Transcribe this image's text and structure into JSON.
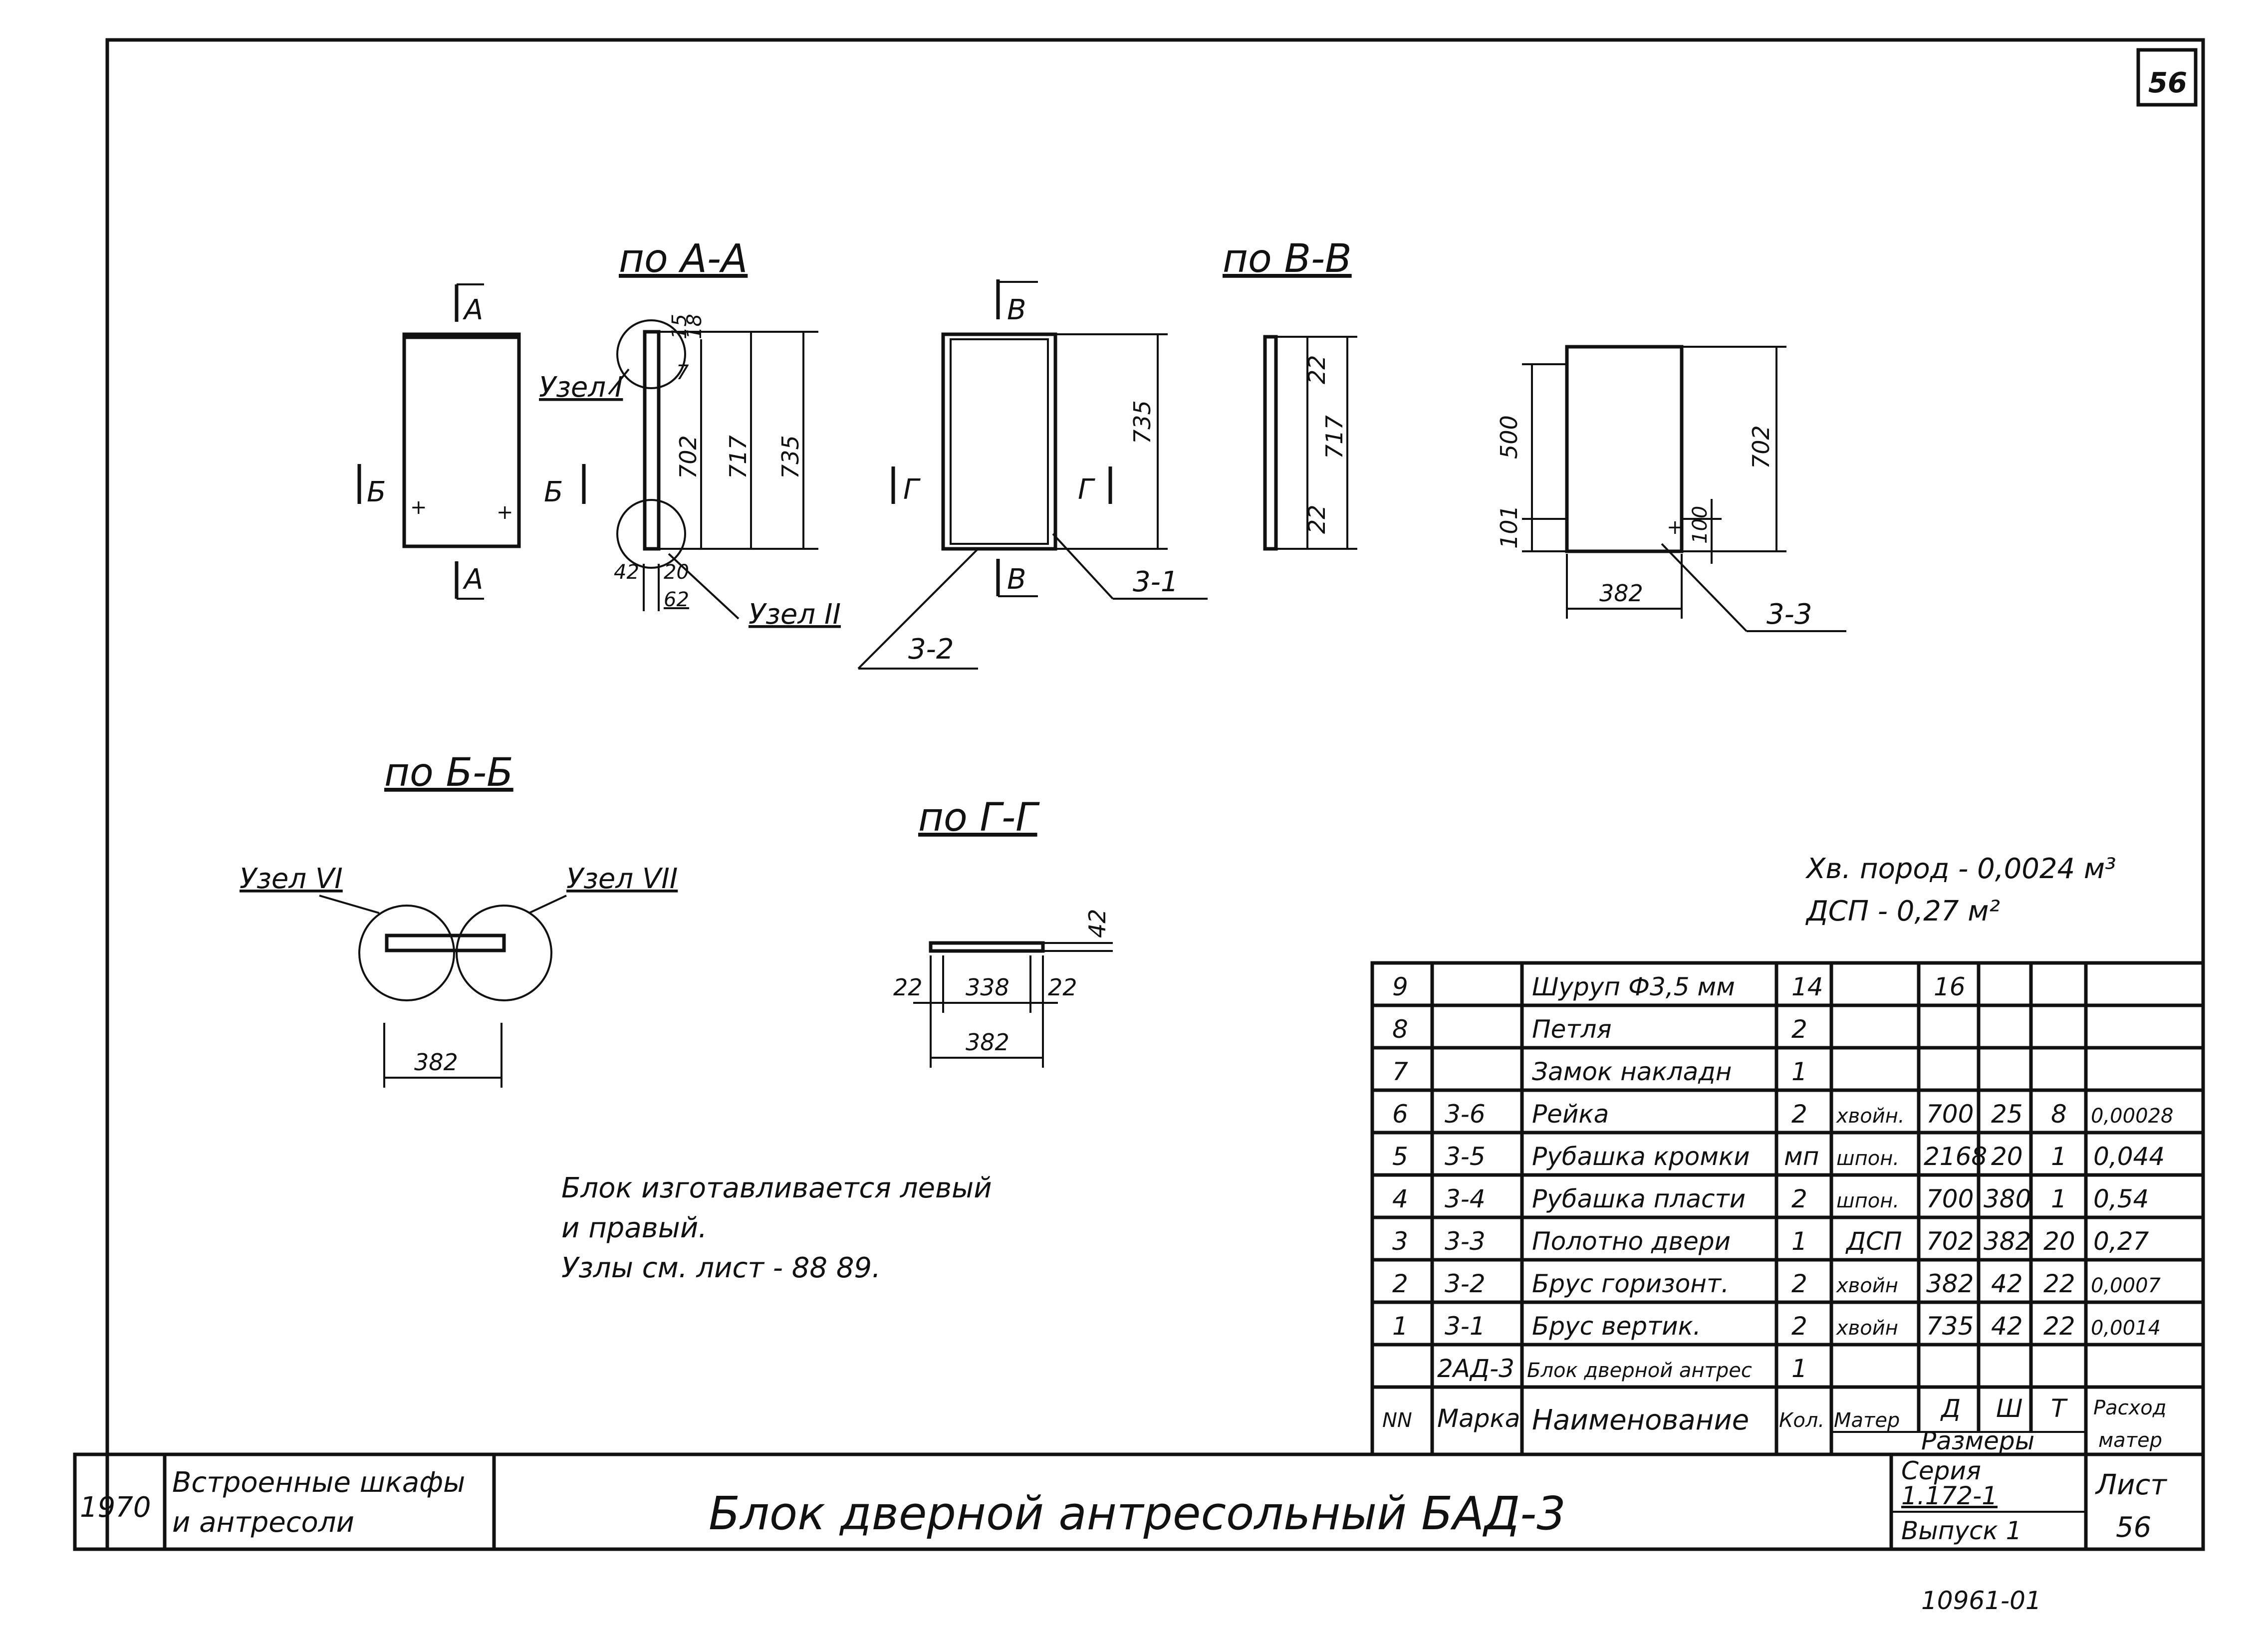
{
  "sheet_number": "56",
  "views": {
    "section_aa": "по А-А",
    "section_vv": "по В-В",
    "section_bb": "по Б-Б",
    "section_gg": "по Г-Г"
  },
  "markers": {
    "a": "А",
    "b": "Б",
    "v": "В",
    "g": "Г"
  },
  "nodes": {
    "n1": "Узел I",
    "n2": "Узел II",
    "n6": "Узел VI",
    "n7": "Узел VII"
  },
  "dims": {
    "d702": "702",
    "d717": "717",
    "d735": "735",
    "d15": "15",
    "d18": "18",
    "d7": "7",
    "d42": "42",
    "d20": "20",
    "d62": "62",
    "d22": "22",
    "d500": "500",
    "d101": "101",
    "d100": "100",
    "d382": "382",
    "d338": "338"
  },
  "parts": {
    "p31": "3-1",
    "p32": "3-2",
    "p33": "3-3"
  },
  "materials": {
    "line1": "Хв. пород - 0,0024 м³",
    "line2": "ДСП - 0,27 м²"
  },
  "notes": {
    "line1": "Блок изготавливается левый",
    "line2": "и правый.",
    "line3": "Узлы см. лист - 88 89."
  },
  "spec_table": {
    "rows": [
      {
        "nn": "9",
        "mark": "",
        "name": "Шуруп Ф3,5 мм",
        "qty": "14",
        "mat": "",
        "d": "16",
        "w": "",
        "t": "",
        "cons": ""
      },
      {
        "nn": "8",
        "mark": "",
        "name": "Петля",
        "qty": "2",
        "mat": "",
        "d": "",
        "w": "",
        "t": "",
        "cons": ""
      },
      {
        "nn": "7",
        "mark": "",
        "name": "Замок накладн",
        "qty": "1",
        "mat": "",
        "d": "",
        "w": "",
        "t": "",
        "cons": ""
      },
      {
        "nn": "6",
        "mark": "3-6",
        "name": "Рейка",
        "qty": "2",
        "mat": "хвойн.",
        "d": "700",
        "w": "25",
        "t": "8",
        "cons": "0,00028"
      },
      {
        "nn": "5",
        "mark": "3-5",
        "name": "Рубашка кромки",
        "qty": "мп",
        "mat": "шпон.",
        "d": "2168",
        "w": "20",
        "t": "1",
        "cons": "0,044"
      },
      {
        "nn": "4",
        "mark": "3-4",
        "name": "Рубашка пласти",
        "qty": "2",
        "mat": "шпон.",
        "d": "700",
        "w": "380",
        "t": "1",
        "cons": "0,54"
      },
      {
        "nn": "3",
        "mark": "3-3",
        "name": "Полотно двери",
        "qty": "1",
        "mat": "ДСП",
        "d": "702",
        "w": "382",
        "t": "20",
        "cons": "0,27"
      },
      {
        "nn": "2",
        "mark": "3-2",
        "name": "Брус горизонт.",
        "qty": "2",
        "mat": "хвойн",
        "d": "382",
        "w": "42",
        "t": "22",
        "cons": "0,0007"
      },
      {
        "nn": "1",
        "mark": "3-1",
        "name": "Брус вертик.",
        "qty": "2",
        "mat": "хвойн",
        "d": "735",
        "w": "42",
        "t": "22",
        "cons": "0,0014"
      },
      {
        "nn": "",
        "mark": "2АД-3",
        "name": "Блок дверной антрес",
        "qty": "1",
        "mat": "",
        "d": "",
        "w": "",
        "t": "",
        "cons": ""
      }
    ],
    "header": {
      "nn": "NN",
      "mark": "Марка",
      "name": "Наименование",
      "qty": "Кол.",
      "mat": "Матер",
      "d": "Д",
      "w": "Ш",
      "t": "Т",
      "sizes": "Размеры",
      "cons1": "Расход",
      "cons2": "матер"
    }
  },
  "title_block": {
    "year": "1970",
    "subject_line1": "Встроенные шкафы",
    "subject_line2": "и антресоли",
    "title": "Блок дверной антресольный БАД-3",
    "series_label": "Серия",
    "series_value": "1.172-1",
    "issue": "Выпуск 1",
    "sheet_label": "Лист",
    "sheet_value": "56"
  },
  "footer_code": "10961-01"
}
